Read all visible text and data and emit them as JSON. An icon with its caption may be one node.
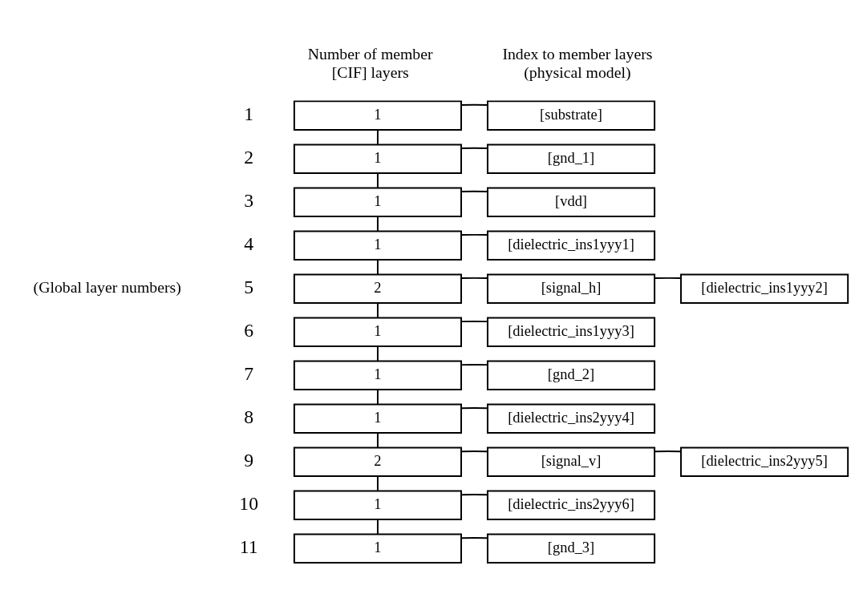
{
  "diagram": {
    "nodes": [
      {
        "text": [
          "1"
        ]
      },
      {
        "text": [
          "[substrate]"
        ]
      },
      {
        "text": [
          "1"
        ]
      },
      {
        "text": [
          "[gnd_1]"
        ]
      },
      {
        "text": [
          "1"
        ]
      },
      {
        "text": [
          "[vdd]"
        ]
      },
      {
        "text": [
          "1"
        ]
      },
      {
        "text": [
          "[dielectric_ins1yyy1]"
        ]
      },
      {
        "text": [
          "2"
        ]
      },
      {
        "text": [
          "[signal_h]"
        ]
      },
      {
        "text": [
          "[dielectric_ins1yyy2]"
        ]
      },
      {
        "text": [
          "1"
        ]
      },
      {
        "text": [
          "[dielectric_ins1yyy3]"
        ]
      },
      {
        "text": [
          "1"
        ]
      },
      {
        "text": [
          "[gnd_2]"
        ]
      },
      {
        "text": [
          "1"
        ]
      },
      {
        "text": [
          "[dielectric_ins2yyy4]"
        ]
      },
      {
        "text": [
          "2"
        ]
      },
      {
        "text": [
          "[signal_v]"
        ]
      },
      {
        "text": [
          "[dielectric_ins2yyy5]"
        ]
      },
      {
        "text": [
          "1"
        ]
      },
      {
        "text": [
          "[dielectric_ins2yyy6]"
        ]
      },
      {
        "text": [
          "1"
        ]
      },
      {
        "text": [
          "[gnd_3]"
        ]
      }
    ],
    "edges": [
      {
        "from": 0,
        "to": 1,
        "arrow": "none"
      },
      {
        "from": 0,
        "to": 2,
        "arrow": "none"
      },
      {
        "from": 2,
        "to": 3,
        "arrow": "none"
      },
      {
        "from": 2,
        "to": 4,
        "arrow": "none"
      },
      {
        "from": 4,
        "to": 5,
        "arrow": "none"
      },
      {
        "from": 4,
        "to": 6,
        "arrow": "none"
      },
      {
        "from": 6,
        "to": 7,
        "arrow": "none"
      },
      {
        "from": 6,
        "to": 8,
        "arrow": "none"
      },
      {
        "from": 8,
        "to": 9,
        "arrow": "none"
      },
      {
        "from": 9,
        "to": 10,
        "arrow": "none"
      },
      {
        "from": 8,
        "to": 11,
        "arrow": "none"
      },
      {
        "from": 11,
        "to": 12,
        "arrow": "none"
      },
      {
        "from": 11,
        "to": 13,
        "arrow": "none"
      },
      {
        "from": 13,
        "to": 14,
        "arrow": "none"
      },
      {
        "from": 13,
        "to": 15,
        "arrow": "none"
      },
      {
        "from": 15,
        "to": 16,
        "arrow": "none"
      },
      {
        "from": 15,
        "to": 17,
        "arrow": "none"
      },
      {
        "from": 17,
        "to": 18,
        "arrow": "none"
      },
      {
        "from": 18,
        "to": 19,
        "arrow": "none"
      },
      {
        "from": 17,
        "to": 20,
        "arrow": "none"
      },
      {
        "from": 20,
        "to": 21,
        "arrow": "none"
      },
      {
        "from": 20,
        "to": 22,
        "arrow": "none"
      },
      {
        "from": 22,
        "to": 23,
        "arrow": "none"
      }
    ],
    "labels": [
      "Number of member [CIF] layers",
      "Index to member layers (physical model)",
      "(Global layer numbers)",
      "1",
      "2",
      "3",
      "4",
      "5",
      "6",
      "7",
      "8",
      "9",
      "10",
      "11"
    ]
  }
}
